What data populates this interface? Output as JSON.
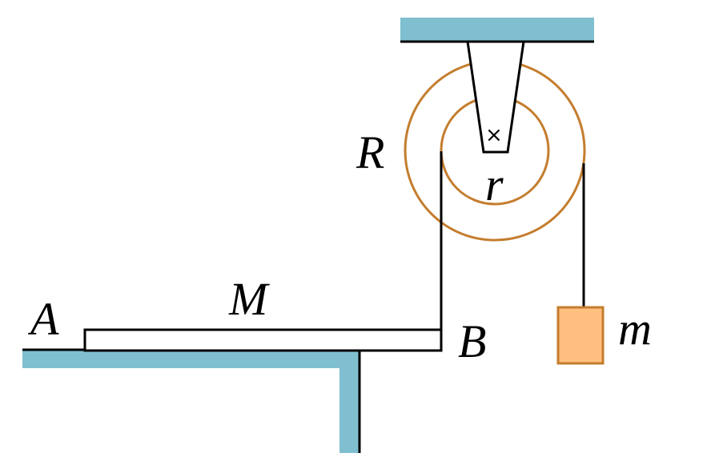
{
  "labels": {
    "big_radius": "R",
    "small_radius": "r",
    "plank_mass": "M",
    "end_a": "A",
    "end_b": "B",
    "hanging_mass": "m"
  },
  "axle_symbol": "×",
  "colors": {
    "surface": "#7fbfd0",
    "pulley": "#c47d2e",
    "block_fill": "#ffc07f",
    "block_stroke": "#c47d2e",
    "line": "#000000",
    "background": "#ffffff"
  }
}
